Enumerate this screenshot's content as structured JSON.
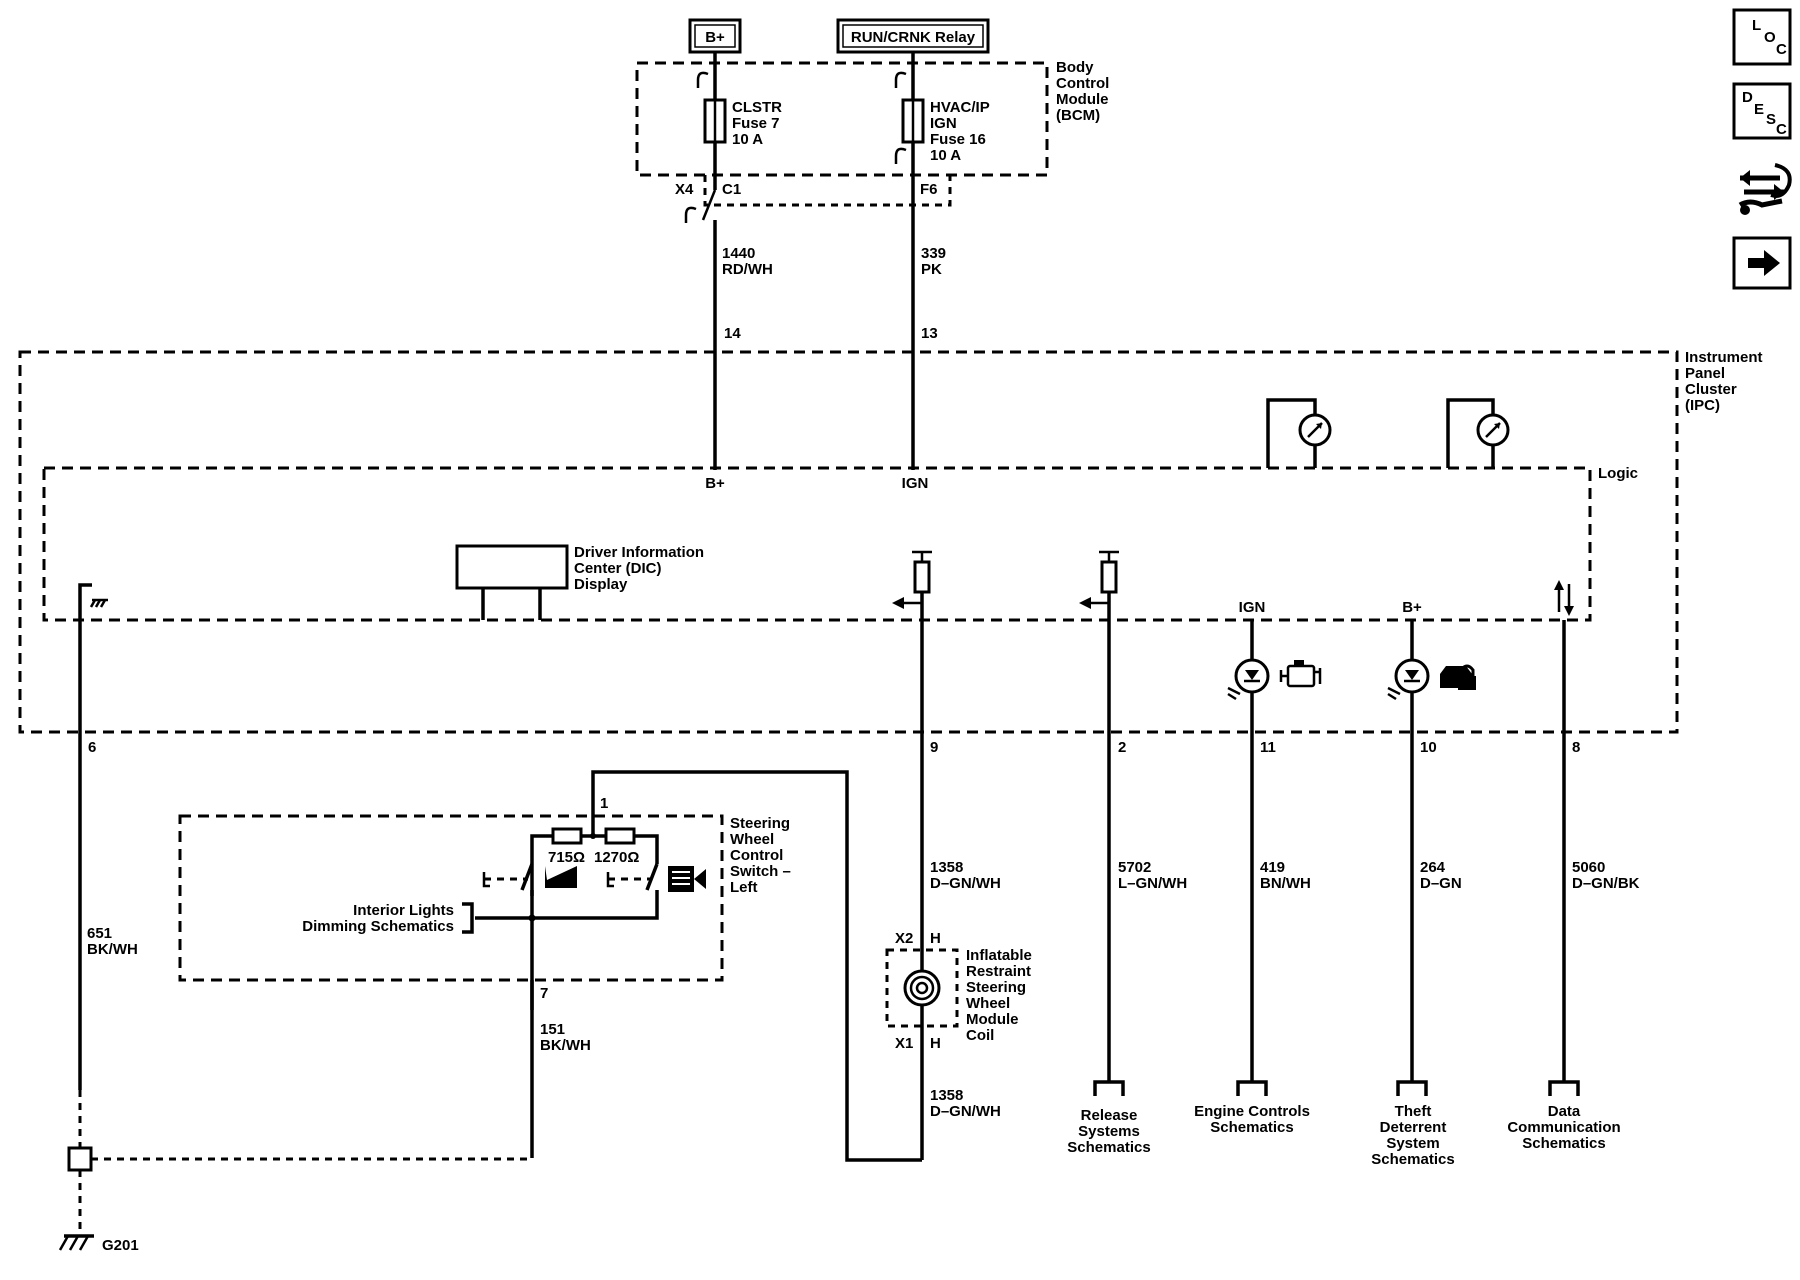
{
  "power": {
    "bplus": "B+",
    "run_crnk": "RUN/CRNK Relay"
  },
  "bcm": {
    "label": [
      "Body",
      "Control",
      "Module",
      "(BCM)"
    ],
    "fuse1": [
      "CLSTR",
      "Fuse 7",
      "10 A"
    ],
    "fuse2": [
      "HVAC/IP",
      "IGN",
      "Fuse 16",
      "10 A"
    ],
    "conn_x4": "X4",
    "pin_c1": "C1",
    "pin_f6": "F6"
  },
  "wires": {
    "w1440": [
      "1440",
      "RD/WH"
    ],
    "w339": [
      "339",
      "PK"
    ],
    "w651": [
      "651",
      "BK/WH"
    ],
    "w151": [
      "151",
      "BK/WH"
    ],
    "w1358a": [
      "1358",
      "D–GN/WH"
    ],
    "w1358b": [
      "1358",
      "D–GN/WH"
    ],
    "w5702": [
      "5702",
      "L–GN/WH"
    ],
    "w419": [
      "419",
      "BN/WH"
    ],
    "w264": [
      "264",
      "D–GN"
    ],
    "w5060": [
      "5060",
      "D–GN/BK"
    ]
  },
  "ipc": {
    "label": [
      "Instrument",
      "Panel",
      "Cluster",
      "(IPC)"
    ],
    "logic": "Logic",
    "bplus_pin": "B+",
    "ign_pin": "IGN",
    "dic": [
      "Driver Information",
      "Center (DIC)",
      "Display"
    ],
    "ign_lamp": "IGN",
    "bplus_lamp": "B+",
    "pins": {
      "p14": "14",
      "p13": "13",
      "p6": "6",
      "p9": "9",
      "p2": "2",
      "p11": "11",
      "p10": "10",
      "p8": "8"
    }
  },
  "steering_switch": {
    "label": [
      "Steering",
      "Wheel",
      "Control",
      "Switch –",
      "Left"
    ],
    "pin1": "1",
    "pin7": "7",
    "r1": "715Ω",
    "r2": "1270Ω",
    "interior": [
      "Interior Lights",
      "Dimming Schematics"
    ]
  },
  "coil": {
    "label": [
      "Inflatable",
      "Restraint",
      "Steering",
      "Wheel",
      "Module",
      "Coil"
    ],
    "x2": "X2",
    "x1": "X1",
    "h_top": "H",
    "h_bot": "H"
  },
  "refs": {
    "release": [
      "Release",
      "Systems",
      "Schematics"
    ],
    "engine": [
      "Engine Controls",
      "Schematics"
    ],
    "theft": [
      "Theft",
      "Deterrent",
      "System",
      "Schematics"
    ],
    "data": [
      "Data",
      "Communication",
      "Schematics"
    ]
  },
  "ground": "G201",
  "side_icons": {
    "loc": [
      "L",
      "O",
      "C"
    ],
    "desc": [
      "D",
      "E",
      "S",
      "C"
    ]
  }
}
